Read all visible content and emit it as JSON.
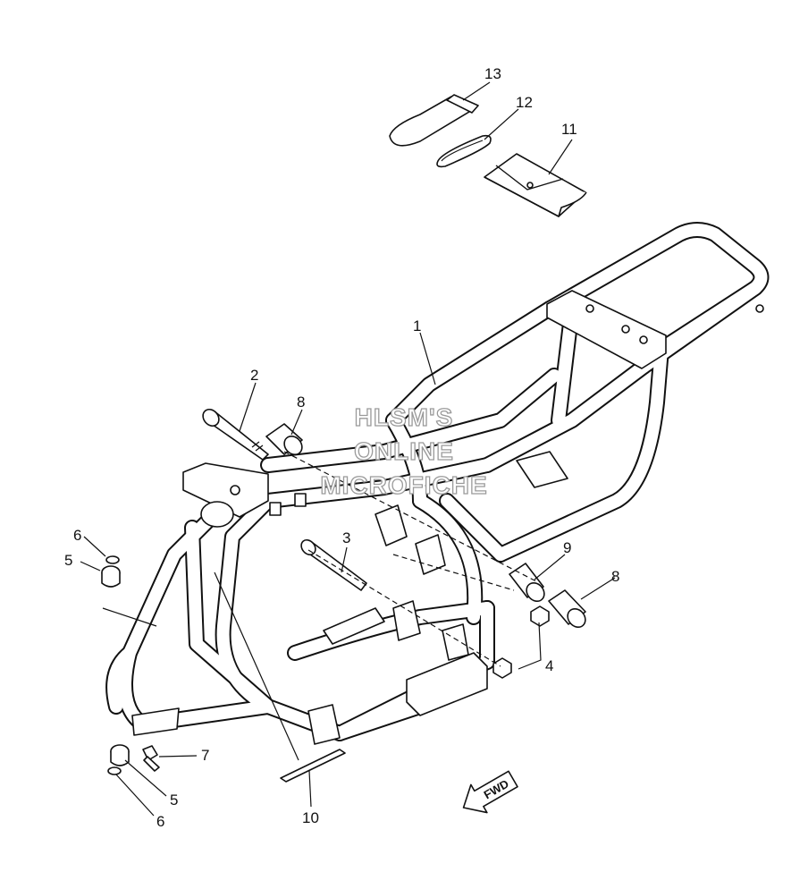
{
  "diagram": {
    "callouts": [
      {
        "id": "c1",
        "label": "1"
      },
      {
        "id": "c2",
        "label": "2"
      },
      {
        "id": "c3",
        "label": "3"
      },
      {
        "id": "c4",
        "label": "4"
      },
      {
        "id": "c5a",
        "label": "5"
      },
      {
        "id": "c5b",
        "label": "5"
      },
      {
        "id": "c6a",
        "label": "6"
      },
      {
        "id": "c6b",
        "label": "6"
      },
      {
        "id": "c7",
        "label": "7"
      },
      {
        "id": "c8a",
        "label": "8"
      },
      {
        "id": "c8b",
        "label": "8"
      },
      {
        "id": "c9",
        "label": "9"
      },
      {
        "id": "c10",
        "label": "10"
      },
      {
        "id": "c11",
        "label": "11"
      },
      {
        "id": "c12",
        "label": "12"
      },
      {
        "id": "c13",
        "label": "13"
      }
    ],
    "watermark": [
      "HLSM'S",
      "ONLINE",
      "MICROFICHE"
    ],
    "direction_label": "FWD"
  }
}
